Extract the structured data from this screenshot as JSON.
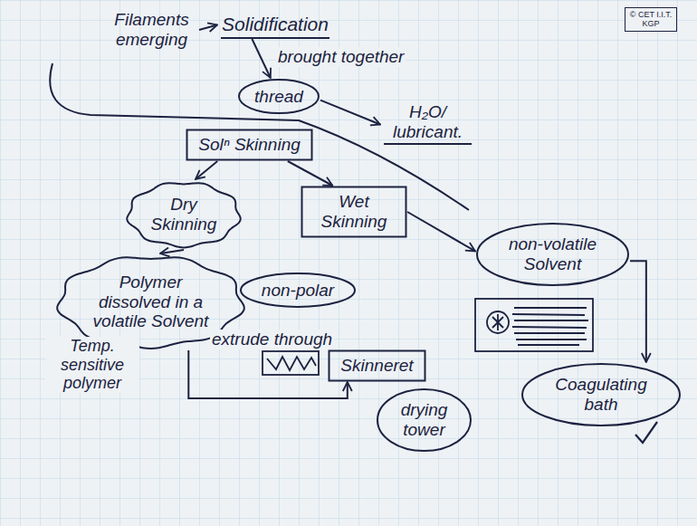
{
  "diagram": {
    "nodes": [
      {
        "text": [
          "Filaments emerging"
        ]
      },
      {
        "text": [
          "Solidification"
        ]
      },
      {
        "text": [
          "thread"
        ]
      },
      {
        "text": [
          "H₂O/ lubricant."
        ]
      },
      {
        "text": [
          "Solⁿ Skinning"
        ]
      },
      {
        "text": [
          "Dry Skinning"
        ]
      },
      {
        "text": [
          "Wet Skinning"
        ]
      },
      {
        "text": [
          "non-volatile Solvent"
        ]
      },
      {
        "text": [
          "Polymer dissolved in a volatile Solvent"
        ]
      },
      {
        "text": [
          "non-polar"
        ]
      },
      {
        "text": [
          "Skinneret"
        ]
      },
      {
        "text": [
          "drying tower"
        ]
      },
      {
        "text": [
          "Coagulating bath"
        ]
      }
    ],
    "edges": [
      {
        "from": 0,
        "to": 1,
        "arrow": "to"
      },
      {
        "from": 1,
        "to": 2,
        "label": "brought together",
        "arrow": "to"
      },
      {
        "from": 2,
        "to": 3,
        "arrow": "to"
      },
      {
        "from": 4,
        "to": 5,
        "arrow": "to"
      },
      {
        "from": 4,
        "to": 6,
        "arrow": "to"
      },
      {
        "from": 6,
        "to": 7,
        "arrow": "to"
      },
      {
        "from": 5,
        "to": 8,
        "arrow": "to"
      },
      {
        "from": 8,
        "to": 10,
        "label": "extrude through",
        "arrow": "to"
      },
      {
        "from": 7,
        "to": 12,
        "arrow": "to"
      }
    ],
    "labels": [
      "Temp. sensitive polymer",
      "© CET I.I.T. KGP"
    ]
  }
}
